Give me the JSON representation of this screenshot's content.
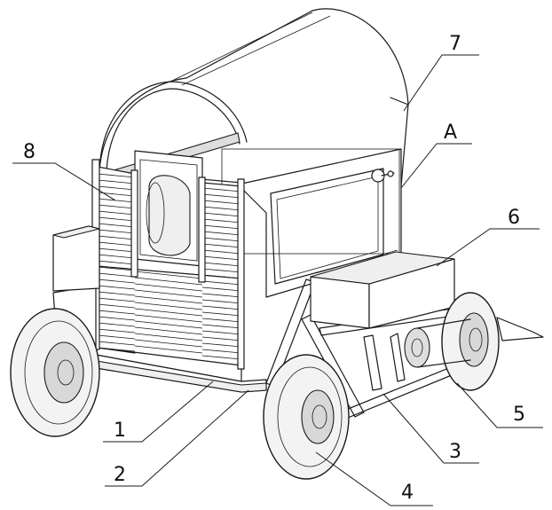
{
  "figure": {
    "callouts": [
      {
        "id": "label-7",
        "text": "7"
      },
      {
        "id": "label-a",
        "text": "A"
      },
      {
        "id": "label-8",
        "text": "8"
      },
      {
        "id": "label-6",
        "text": "6"
      },
      {
        "id": "label-5",
        "text": "5"
      },
      {
        "id": "label-1",
        "text": "1"
      },
      {
        "id": "label-3",
        "text": "3"
      },
      {
        "id": "label-2",
        "text": "2"
      },
      {
        "id": "label-4",
        "text": "4"
      }
    ]
  }
}
